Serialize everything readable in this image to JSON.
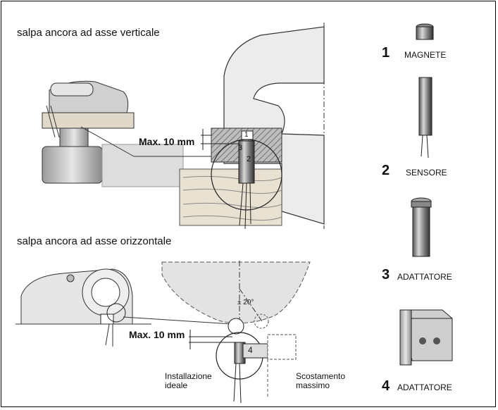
{
  "sections": {
    "vertical_title": "salpa ancora ad asse verticale",
    "horizontal_title": "salpa ancora ad asse orizzontale"
  },
  "dimensions": {
    "max_top": "Max. 10 mm",
    "max_bottom": "Max. 10 mm",
    "angle": "± 20°"
  },
  "callouts": [
    "1",
    "2",
    "3",
    "4"
  ],
  "install_notes": {
    "ideal": "Installazione\nideale",
    "max_offset": "Scostamento\nmassimo"
  },
  "parts": [
    {
      "number": "1",
      "name": "MAGNETE"
    },
    {
      "number": "2",
      "name": "SENSORE"
    },
    {
      "number": "3",
      "name": "ADATTATORE"
    },
    {
      "number": "4",
      "name": "ADATTATORE"
    }
  ]
}
